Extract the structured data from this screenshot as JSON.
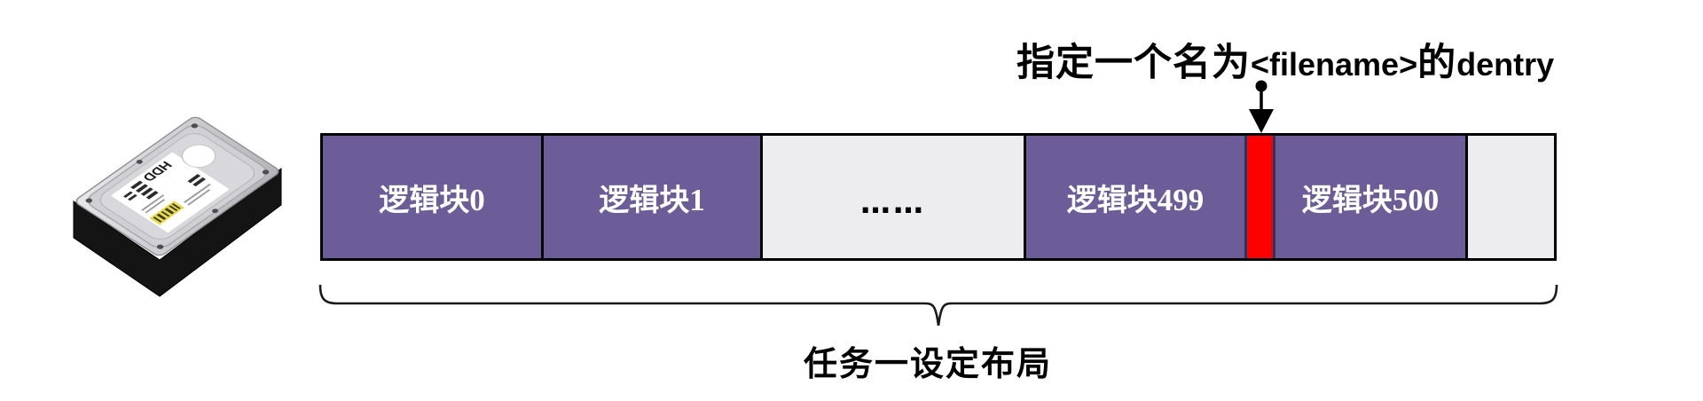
{
  "colors": {
    "block_purple": "#6C5C98",
    "block_gray": "#EDEDEF",
    "highlight_red": "#FF0000",
    "red_block_border": "#1F3864",
    "bar_border": "#000000",
    "block_text": "#FFFFFF",
    "annotation_text": "#000000",
    "hdd_sticker_yellow": "#E8D94E"
  },
  "annotation": {
    "full_text": "指定一个名为<filename>的dentry",
    "cjk_prefix": "指定一个名为",
    "filename_token": "<filename>",
    "cjk_mid": "的",
    "latin_suffix": "dentry"
  },
  "disk_bar": {
    "blocks": [
      {
        "label": "逻辑块0",
        "type": "purple"
      },
      {
        "label": "逻辑块1",
        "type": "purple"
      },
      {
        "label": "……",
        "type": "gray"
      },
      {
        "label": "逻辑块499",
        "type": "purple"
      },
      {
        "label": "",
        "type": "red"
      },
      {
        "label": "逻辑块500",
        "type": "purple"
      },
      {
        "label": "",
        "type": "gray"
      }
    ]
  },
  "hdd": {
    "label": "HDD"
  },
  "brace": {
    "label": "任务一设定布局"
  }
}
